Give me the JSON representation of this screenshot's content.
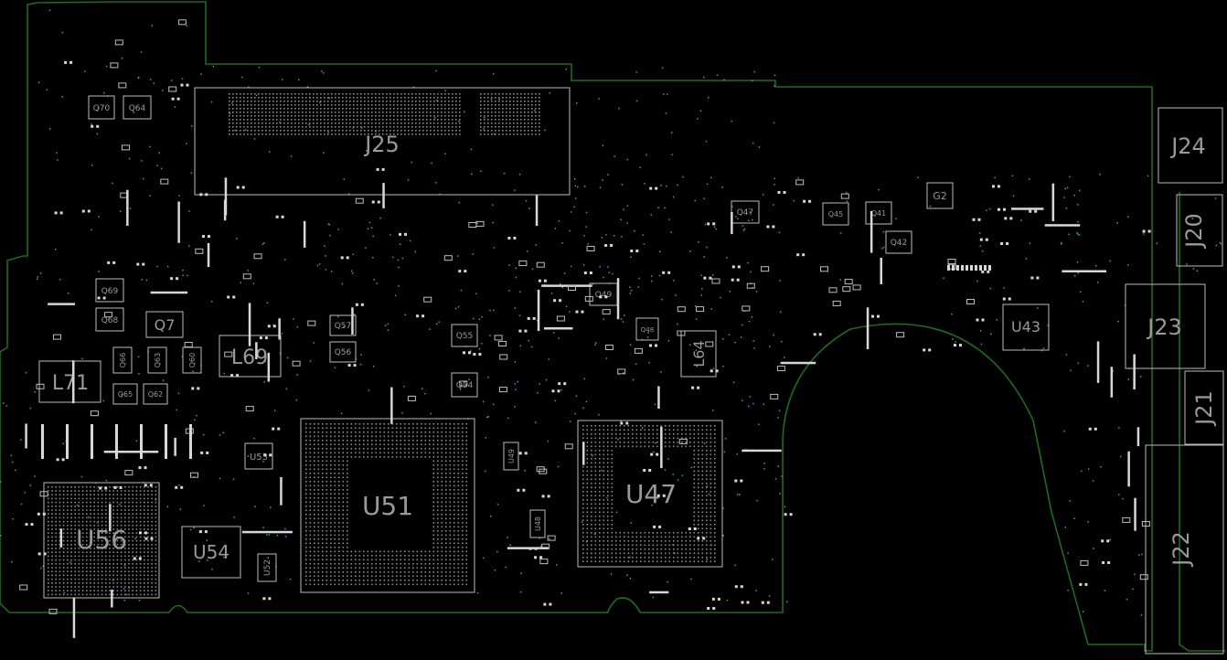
{
  "colors": {
    "background": "#000000",
    "board_outline": "#1e6a1e",
    "component_outline": "#bdbdbd",
    "pad": "#d8d8d8",
    "via": "#4a9aa0",
    "label": "#9a9a9a"
  },
  "components": {
    "J25": "J25",
    "J24": "J24",
    "J20": "J20",
    "J23": "J23",
    "J21": "J21",
    "J22": "J22",
    "U51": "U51",
    "U47": "U47",
    "U56": "U56",
    "U54": "U54",
    "U43": "U43",
    "U53": "U53",
    "U52": "U52",
    "U49": "U49",
    "U48": "U48",
    "L71": "L71",
    "L69": "L69",
    "L64": "L64",
    "Q7": "Q7",
    "Q69": "Q69",
    "Q68": "Q68",
    "Q70": "Q70",
    "Q64": "Q64",
    "Q66": "Q66",
    "Q63": "Q63",
    "Q60": "Q60",
    "Q65": "Q65",
    "Q62": "Q62",
    "Q57": "Q57",
    "Q56": "Q56",
    "Q55": "Q55",
    "Q54": "Q54",
    "Q49": "Q49",
    "Q48": "Q48",
    "Q47": "Q47",
    "Q45": "Q45",
    "Q41": "Q41",
    "Q42": "Q42",
    "G2": "G2"
  }
}
